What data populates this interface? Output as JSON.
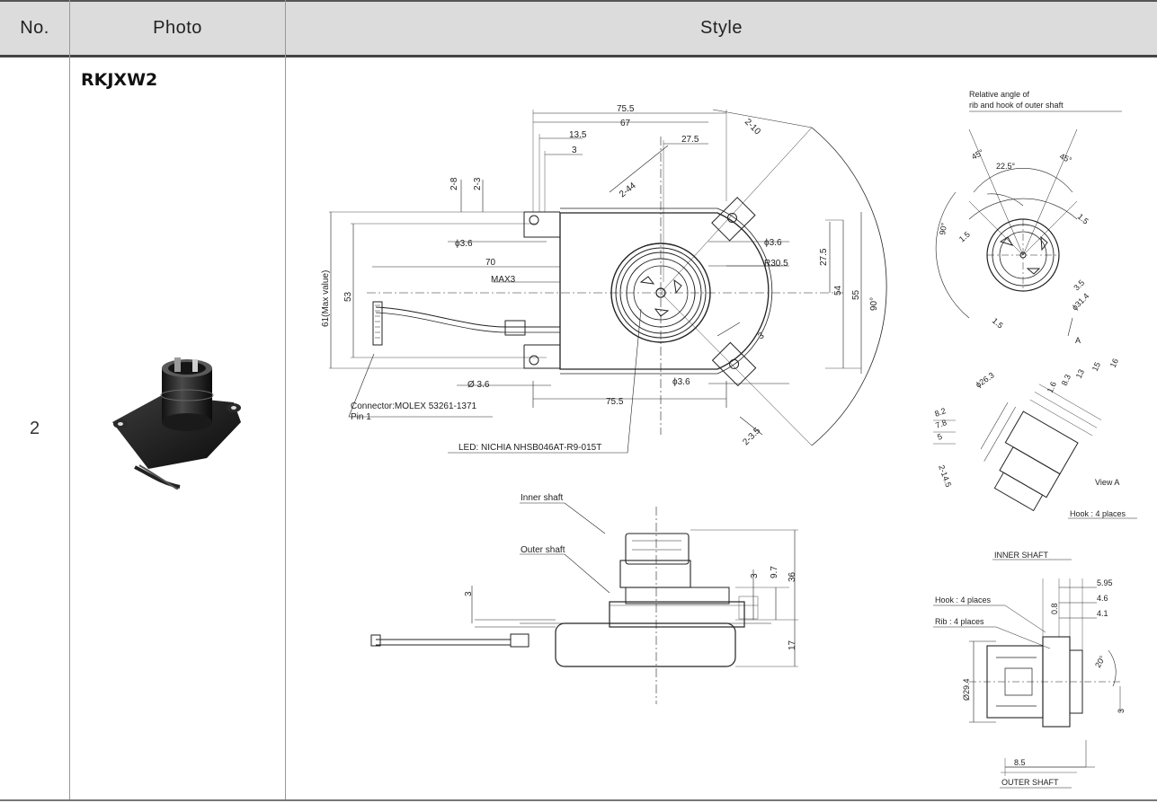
{
  "table": {
    "headers": {
      "no": "No.",
      "photo": "Photo",
      "style": "Style"
    },
    "row": {
      "no": "2",
      "model": "RKJXW2"
    }
  },
  "top_view": {
    "dims": {
      "d75_5_top": "75.5",
      "d67": "67",
      "d13_5": "13.5",
      "d3_a": "3",
      "d27_5_top": "27.5",
      "d2_10": "2-10",
      "d2_8": "2-8",
      "d2_3": "2-3",
      "d2_44": "2-44",
      "phi3_6_left": "ϕ3.6",
      "phi3_6_right": "ϕ3.6",
      "d70": "70",
      "max3": "MAX3",
      "r30_5": "R30.5",
      "d27_5_right": "27.5",
      "d54": "54",
      "d55": "55",
      "ang90": "90°",
      "d61": "61(Max value)",
      "d53": "53",
      "d3_b": "3",
      "phi3_6_bl": "Ø 3.6",
      "phi3_6_br": "ϕ3.6",
      "d75_5_bottom": "75.5",
      "d2_3_5": "2-3.5"
    },
    "connector_1": "Connector:MOLEX 53261-1371",
    "connector_2": "Pin 1",
    "led": "LED: NICHIA NHSB046AT-R9-015T"
  },
  "side_view": {
    "inner_shaft": "Inner shaft",
    "outer_shaft": "Outer shaft",
    "dims": {
      "d3_left": "3",
      "d3_mid": "3",
      "d9_7": "9.7",
      "d36": "36",
      "d17": "17"
    }
  },
  "angle_view": {
    "caption_1": "Relative angle of",
    "caption_2": "rib and hook of outer shaft",
    "dims": {
      "a45_l": "45°",
      "a22_5": "22.5°",
      "a45_r": "45°",
      "a90": "90°",
      "d1_5_l": "1.5",
      "d1_5_r": "1.5",
      "d1_5_b": "1.5",
      "d3_5": "3.5",
      "phi31_4": "ϕ31.4",
      "view_a_mark": "A"
    }
  },
  "view_a": {
    "label": "View A",
    "hook": "Hook : 4 places",
    "dims": {
      "phi26_3": "ϕ26.3",
      "d1_6": "1.6",
      "d8_3": "8.3",
      "d13": "13",
      "d15": "15",
      "d16": "16",
      "d8_2": "8.2",
      "d7_8": "7.8",
      "d5": "5",
      "d2_14_5": "2-14.5"
    }
  },
  "inner_shaft_view": {
    "title": "INNER SHAFT"
  },
  "outer_shaft_view": {
    "title": "OUTER SHAFT",
    "hook": "Hook : 4 places",
    "rib": "Rib : 4 places",
    "dims": {
      "d5_95": "5.95",
      "d4_6": "4.6",
      "d4_1": "4.1",
      "d0_8": "0.8",
      "phi29_4": "Ø29.4",
      "a20": "20°",
      "d3": "3",
      "d8_5": "8.5"
    }
  }
}
